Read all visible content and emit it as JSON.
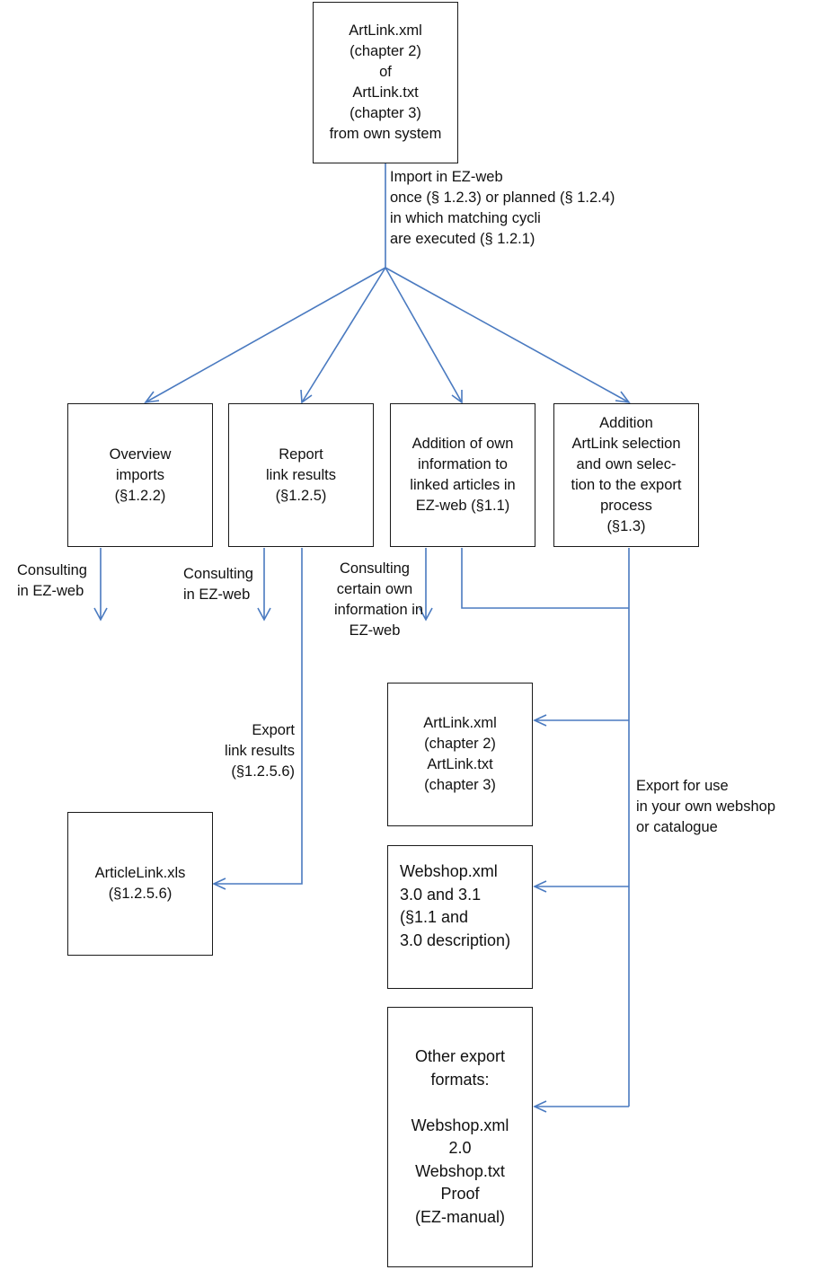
{
  "colors": {
    "connector": "#4a7ac0",
    "box_border": "#1a1a1a",
    "text": "#111111"
  },
  "boxes": {
    "source": [
      "ArtLink.xml",
      "(chapter 2)",
      "of",
      "ArtLink.txt",
      "(chapter 3)",
      "from own system"
    ],
    "overview": [
      "Overview",
      "imports",
      "(§1.2.2)"
    ],
    "report": [
      "Report",
      "link results",
      "(§1.2.5)"
    ],
    "addition_own": [
      "Addition of own",
      "information to",
      "linked articles in",
      "EZ-web (§1.1)"
    ],
    "addition_selection": [
      "Addition",
      "ArtLink selection",
      "and own selec-",
      "tion to the export",
      "process",
      "(§1.3)"
    ],
    "articlelink": [
      "ArticleLink.xls",
      "(§1.2.5.6)"
    ],
    "artlink_export": [
      "ArtLink.xml",
      "(chapter 2)",
      "ArtLink.txt",
      "(chapter 3)"
    ],
    "webshop": [
      "Webshop.xml",
      "3.0 and 3.1",
      "(§1.1 and",
      "3.0 description)"
    ],
    "other_formats": [
      "Other export",
      "formats:",
      "",
      "Webshop.xml",
      "2.0",
      "Webshop.txt",
      "Proof",
      "(EZ-manual)"
    ]
  },
  "labels": {
    "import": [
      "Import in EZ-web",
      "once (§ 1.2.3)  or planned (§ 1.2.4)",
      "in which matching cycli",
      "are executed (§ 1.2.1)"
    ],
    "consult_1": [
      "Consulting",
      "in EZ-web"
    ],
    "consult_2": [
      "Consulting",
      "in EZ-web"
    ],
    "consult_3": [
      "Consulting",
      "certain own",
      "information in",
      "EZ-web"
    ],
    "export_link": [
      "Export",
      "link results",
      "(§1.2.5.6)"
    ],
    "export_use": [
      "Export for use",
      "in your own webshop",
      "or catalogue"
    ]
  }
}
